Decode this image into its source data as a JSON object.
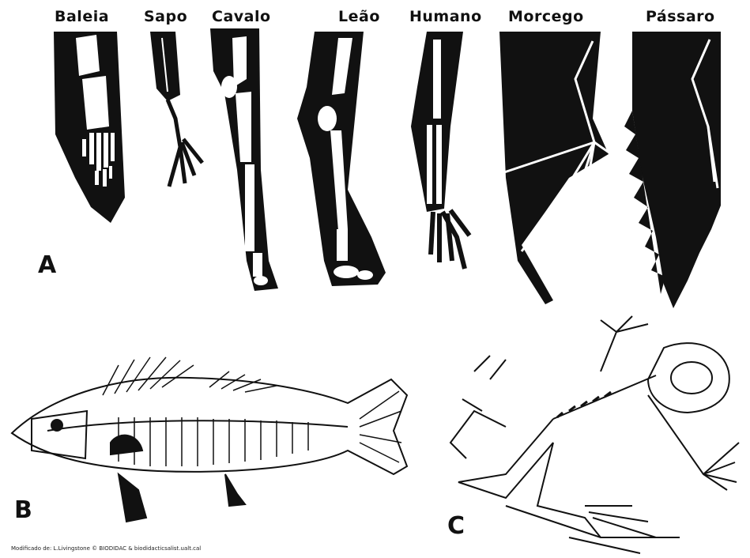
{
  "limbs": {
    "whale": "Baleia",
    "frog": "Sapo",
    "horse": "Cavalo",
    "lion": "Leão",
    "human": "Humano",
    "bat": "Morcego",
    "bird": "Pássaro"
  },
  "panels": {
    "a": "A",
    "b": "B",
    "c": "C"
  },
  "credit": "Modificado de: L.Livingstone © BIODIDAC & biodidacticsalist.ualt.cal",
  "colors": {
    "ink": "#111111",
    "bone": "#ffffff",
    "paper": "#ffffff"
  },
  "icons": [
    "whale-forelimb",
    "frog-forelimb",
    "horse-forelimb",
    "lion-forelimb",
    "human-arm",
    "bat-wing",
    "bird-wing",
    "fish-skeleton",
    "frog-skeleton"
  ]
}
